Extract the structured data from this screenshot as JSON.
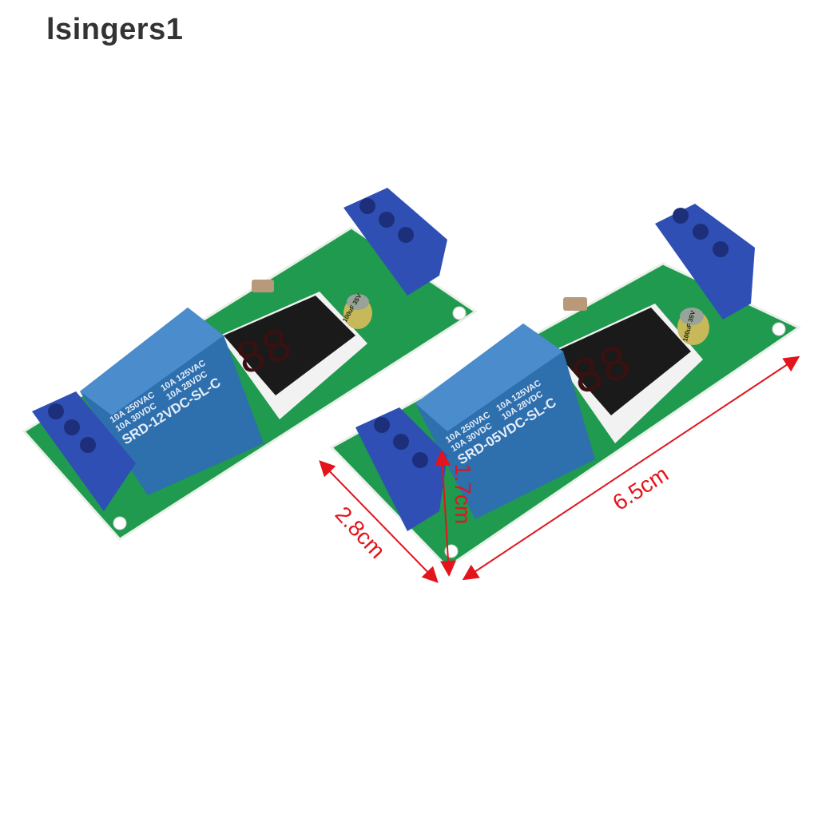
{
  "watermark": "lsingers1",
  "boards": [
    {
      "relay_model": "SRD-12VDC-SL-C",
      "relay_ratings": [
        "10A 250VAC",
        "10A 30VDC",
        "10A 125VAC",
        "10A 28VDC"
      ],
      "capacitor": "100uF 35V"
    },
    {
      "relay_model": "SRD-05VDC-SL-C",
      "relay_ratings": [
        "10A 250VAC",
        "10A 30VDC",
        "10A 125VAC",
        "10A 28VDC"
      ],
      "capacitor": "100uF 35V"
    }
  ],
  "dimensions": {
    "length": "6.5cm",
    "width": "2.8cm",
    "height": "1.7cm"
  },
  "colors": {
    "pcb": "#1f9a4e",
    "relay": "#2e6fae",
    "terminal": "#2f4fb5",
    "dimension": "#e3141b",
    "display": "#1a1a1a"
  }
}
